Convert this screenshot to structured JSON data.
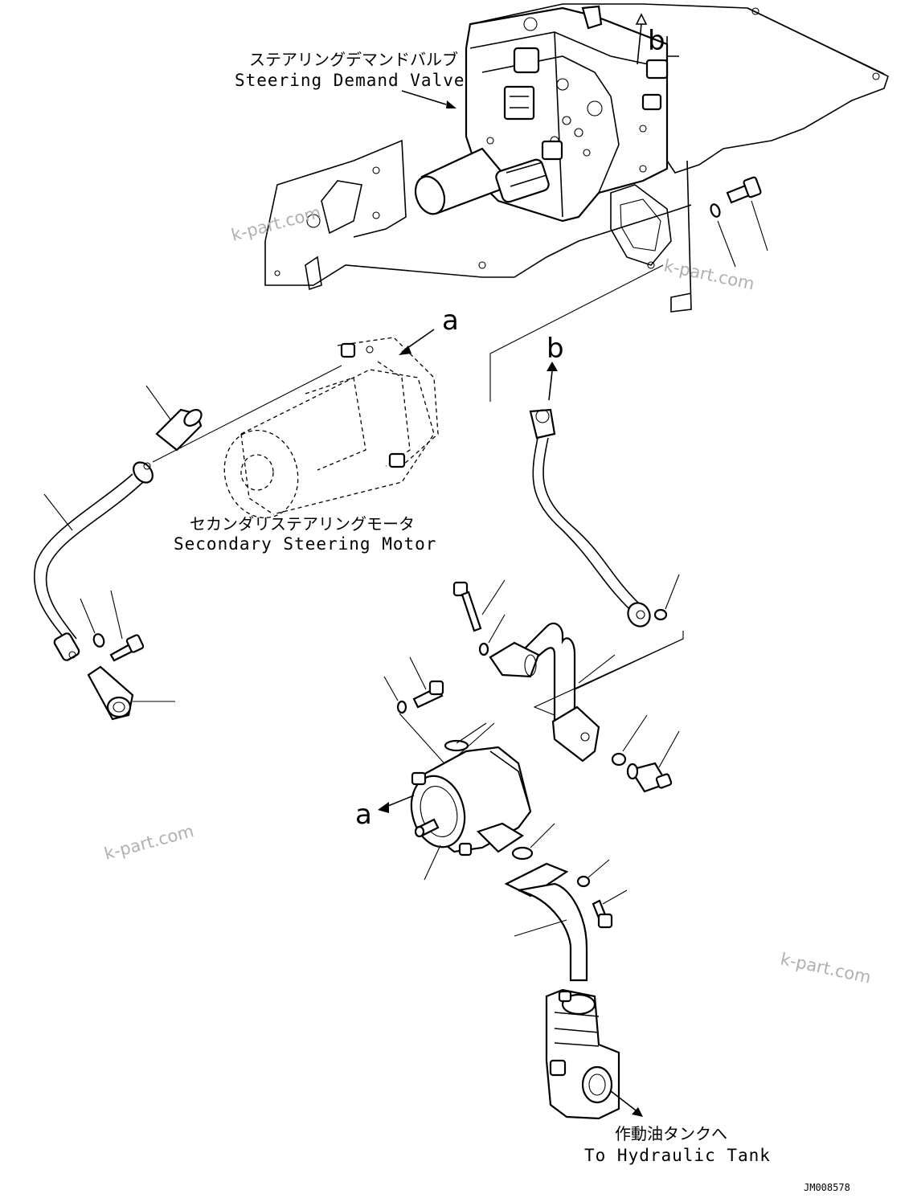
{
  "labels": {
    "demand_valve_jp": "ステアリングデマンドバルブ",
    "demand_valve_en": "Steering Demand Valve",
    "motor_jp": "セカンダリステアリングモータ",
    "motor_en": "Secondary Steering Motor",
    "tank_jp": "作動油タンクへ",
    "tank_en": "To Hydraulic Tank"
  },
  "callouts": {
    "a_top": "a",
    "a_bottom": "a",
    "b_top": "b",
    "b_mid": "b"
  },
  "watermarks": [
    "k-part.com",
    "k-part.com",
    "k-part.com",
    "k-part.com"
  ],
  "drawing_code": "JM008578"
}
